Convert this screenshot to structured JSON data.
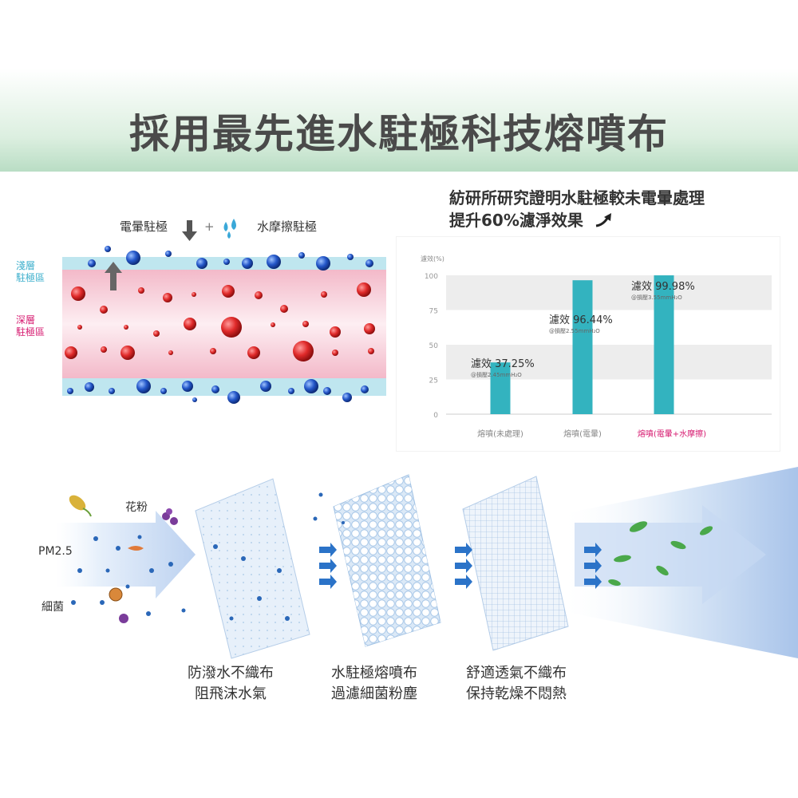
{
  "title": "採用最先進水駐極科技熔噴布",
  "electret": {
    "label_corona": "電暈駐極",
    "label_plus": "+",
    "label_water": "水摩擦駐極",
    "layer_shallow": [
      "淺層",
      "駐極區"
    ],
    "layer_deep": [
      "深層",
      "駐極區"
    ]
  },
  "claim": {
    "line1": "紡研所研究證明水駐極較未電暈處理",
    "line2": "提升60%濾淨效果"
  },
  "colors": {
    "bar": "#33b3bf",
    "band": "#ededed",
    "accent_pink": "#d6186f",
    "shallow_blue": "#3aaecb",
    "deep_pink": "#d6186f",
    "banner_green": "#b9ddc4"
  },
  "chart_data": {
    "type": "bar",
    "ylabel": "濾效(%)",
    "ylim": [
      0,
      100
    ],
    "yticks": [
      "0",
      "25",
      "50",
      "75",
      "100"
    ],
    "categories": [
      "熔噴(未處理)",
      "熔噴(電暈)",
      "熔噴(電暈+水摩擦)"
    ],
    "values": [
      37.25,
      96.44,
      99.98
    ],
    "annotations": [
      {
        "main": "濾效 37.25%",
        "sub": "@損壓2.45mmH₂O"
      },
      {
        "main": "濾效 96.44%",
        "sub": "@損壓2.55mmH₂O"
      },
      {
        "main": "濾效 99.98%",
        "sub": "@損壓3.55mmH₂O"
      }
    ]
  },
  "filter": {
    "label_pollen": "花粉",
    "label_pm": "PM2.5",
    "label_bacteria": "細菌",
    "layers": [
      {
        "line1": "防潑水不織布",
        "line2": "阻飛沫水氣"
      },
      {
        "line1": "水駐極熔噴布",
        "line2": "過濾細菌粉塵"
      },
      {
        "line1": "舒適透氣不織布",
        "line2": "保持乾燥不悶熱"
      }
    ]
  }
}
